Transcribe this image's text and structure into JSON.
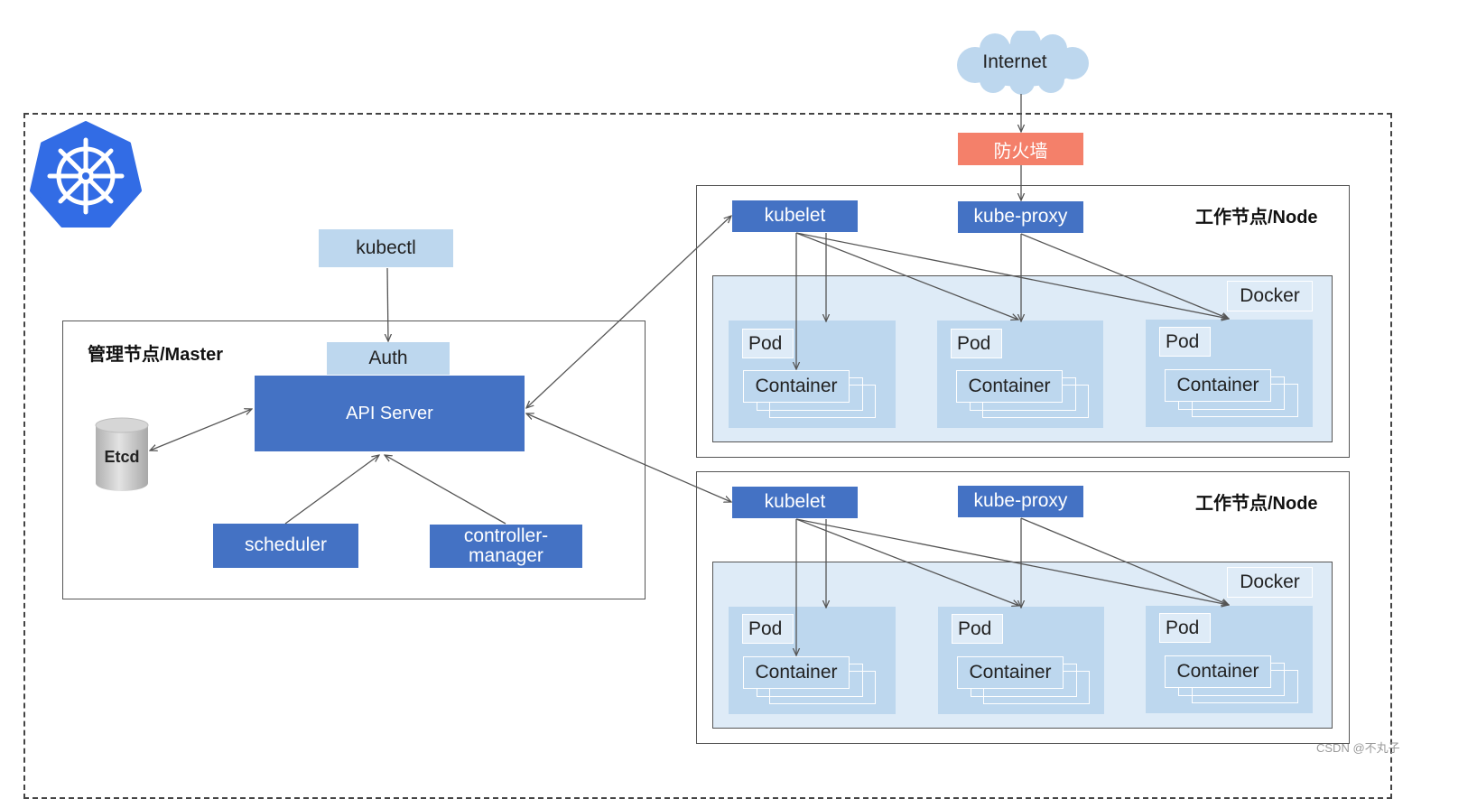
{
  "internet": "Internet",
  "firewall": "防火墙",
  "kubectl": "kubectl",
  "master": {
    "title": "管理节点/Master",
    "auth": "Auth",
    "api_server": "API Server",
    "etcd": "Etcd",
    "scheduler": "scheduler",
    "controller_manager": "controller-\nmanager"
  },
  "nodes": [
    {
      "title": "工作节点/Node",
      "kubelet": "kubelet",
      "kube_proxy": "kube-proxy",
      "docker": "Docker",
      "pods": [
        {
          "pod": "Pod",
          "container": "Container"
        },
        {
          "pod": "Pod",
          "container": "Container"
        },
        {
          "pod": "Pod",
          "container": "Container"
        }
      ]
    },
    {
      "title": "工作节点/Node",
      "kubelet": "kubelet",
      "kube_proxy": "kube-proxy",
      "docker": "Docker",
      "pods": [
        {
          "pod": "Pod",
          "container": "Container"
        },
        {
          "pod": "Pod",
          "container": "Container"
        },
        {
          "pod": "Pod",
          "container": "Container"
        }
      ]
    }
  ],
  "watermark": "CSDN @不丸子",
  "colors": {
    "component_blue": "#4472c4",
    "light_blue": "#bdd7ee",
    "pale_blue": "#deebf7",
    "firewall_red": "#f4806a",
    "cloud_blue": "#bdd7ee"
  }
}
